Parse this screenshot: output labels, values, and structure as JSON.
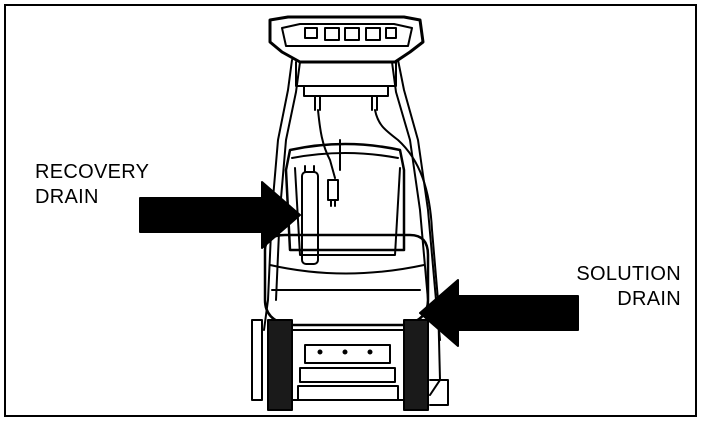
{
  "callouts": {
    "recovery": {
      "line1": "RECOVERY",
      "line2": "DRAIN"
    },
    "solution": {
      "line1": "SOLUTION",
      "line2": "DRAIN"
    }
  },
  "colors": {
    "line": "#000000",
    "fill": "#ffffff",
    "shade": "#1a1a1a"
  },
  "icons": {
    "recovery_arrow": "arrow-right-icon",
    "solution_arrow": "arrow-left-icon"
  }
}
